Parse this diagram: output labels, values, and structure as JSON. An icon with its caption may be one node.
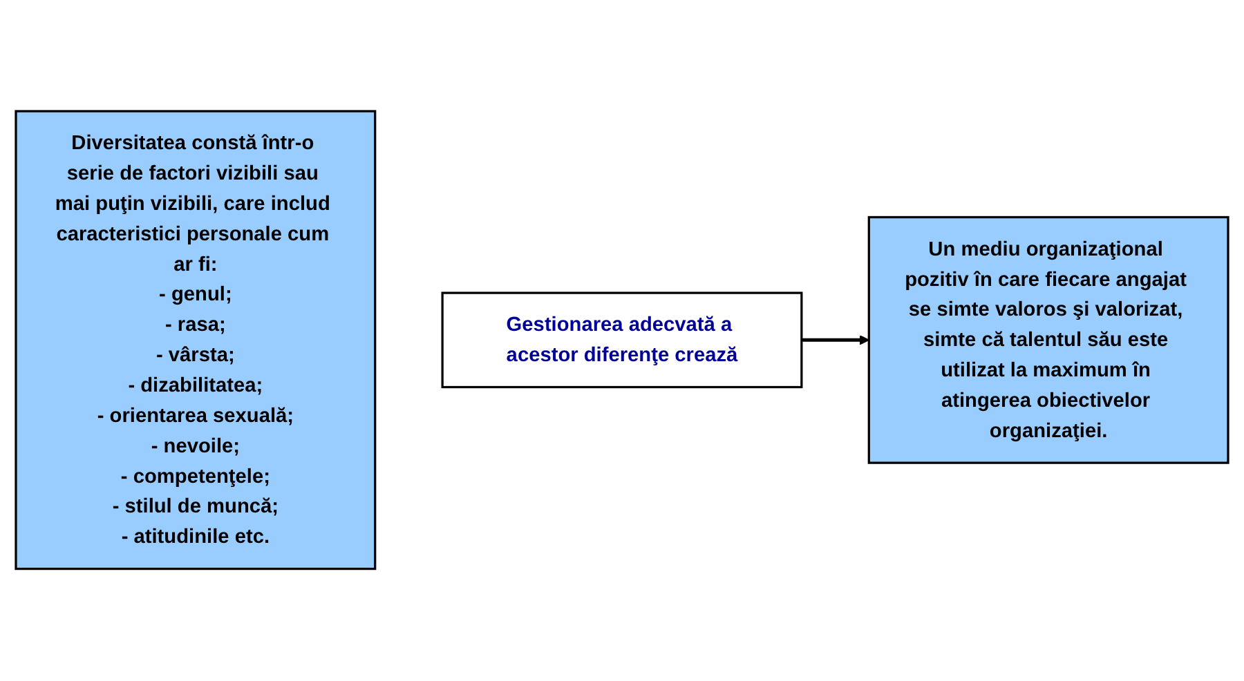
{
  "diagram": {
    "nodes": [
      {
        "text": [
          "Diversitatea constă într-o serie de factori vizibili sau mai puţin vizibili, care includ caracteristici personale cum ar fi:",
          "- genul;",
          "- rasa;",
          "- vârsta;",
          "- dizabilitatea;",
          "- orientarea sexuală;",
          "- nevoile;",
          "- competenţele;",
          "- stilul de muncă;",
          "- atitudinile etc."
        ]
      },
      {
        "text": [
          "Gestionarea adecvată a acestor diferenţe crează"
        ]
      },
      {
        "text": [
          "Un mediu organizaţional pozitiv în care fiecare angajat se simte valoros şi valorizat, simte că talentul său este utilizat la maximum în atingerea obiectivelor organizaţiei."
        ]
      }
    ],
    "edges": [
      {
        "from": 1,
        "to": 2,
        "arrow": "to"
      }
    ]
  }
}
